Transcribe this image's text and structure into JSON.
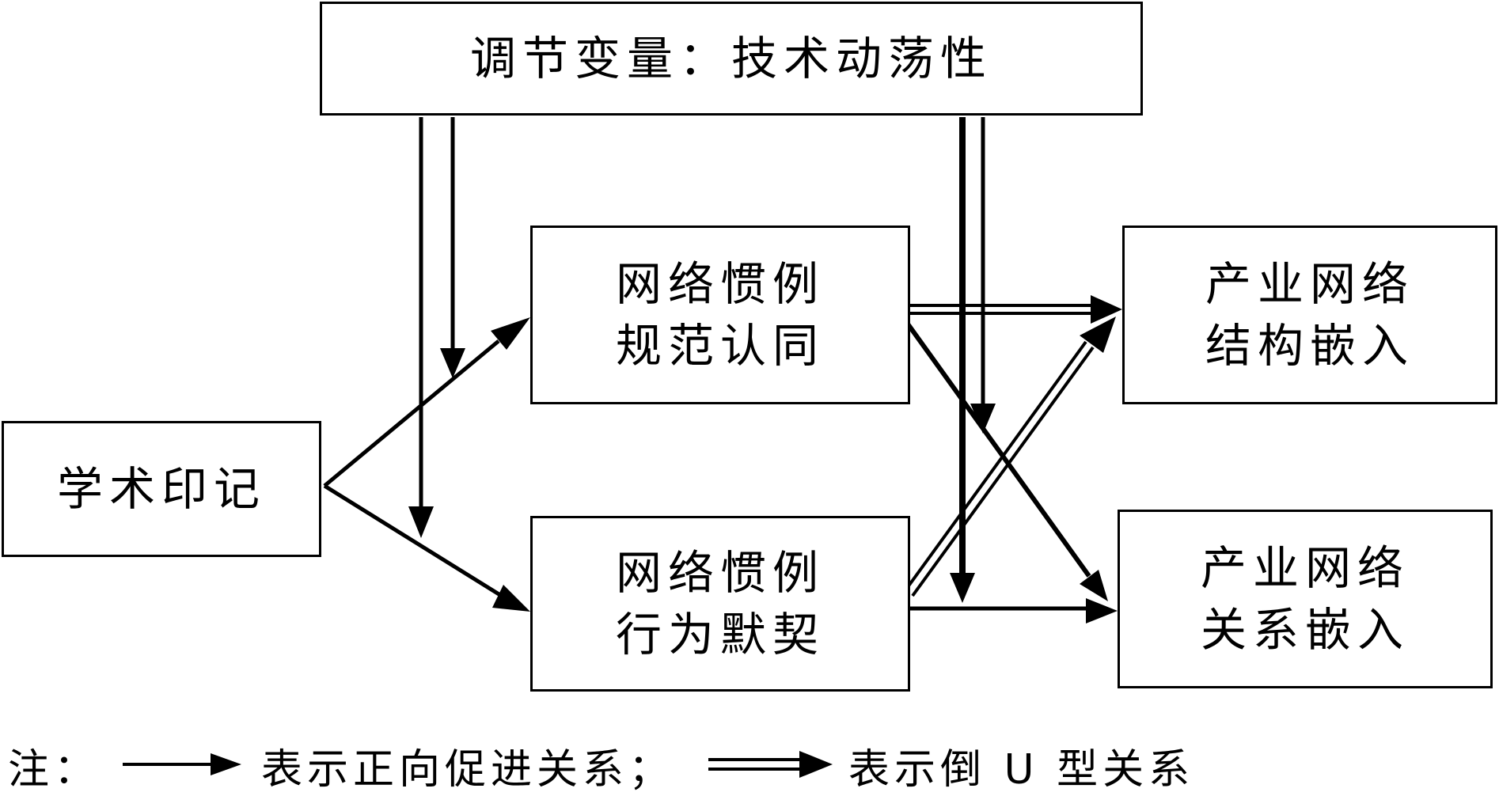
{
  "nodes": {
    "moderator": "调节变量：技术动荡性",
    "academic_imprint": "学术印记",
    "norm_identity": {
      "line1": "网络惯例",
      "line2": "规范认同"
    },
    "behavior_tacit": {
      "line1": "网络惯例",
      "line2": "行为默契"
    },
    "structural_embed": {
      "line1": "产业网络",
      "line2": "结构嵌入"
    },
    "relational_embed": {
      "line1": "产业网络",
      "line2": "关系嵌入"
    }
  },
  "legend": {
    "note_label": "注：",
    "positive_text": "表示正向促进关系；",
    "inverted_u_text": "表示倒 U 型关系"
  }
}
